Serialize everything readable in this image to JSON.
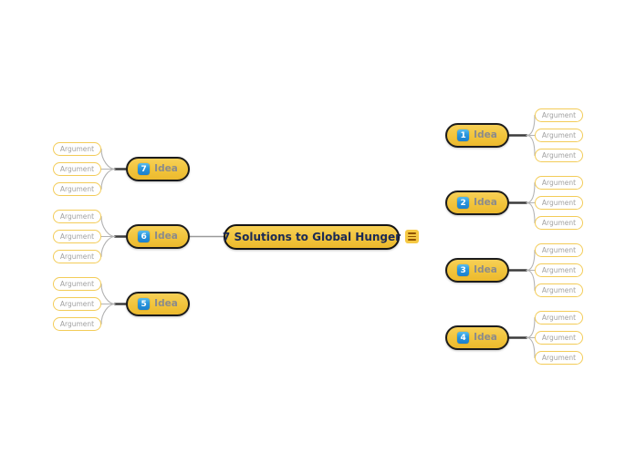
{
  "canvas": {
    "background": "#ffffff"
  },
  "root": {
    "label": "7 Solutions to Global Hunger",
    "menu_icon": "hamburger-icon"
  },
  "colors": {
    "node_fill_gold": "#f1c43c",
    "node_border_dark": "#1c1c1c",
    "root_text_navy": "#1b2a55",
    "idea_label_gray": "#8b8b8b",
    "idea_badge_blue": "#2a95dc",
    "idea_badge_text": "#ffffff",
    "argument_border_gold": "#f3cc58",
    "argument_text_gray": "#a2a2a2",
    "trunk_line_dark": "#151515",
    "branch_line_gray": "#9a9a9a",
    "argument_line_gray": "#b3b3b3",
    "menu_icon_bg": "#f6c944",
    "menu_icon_glyph": "#8f5300"
  },
  "branches": [
    {
      "number": "1",
      "label": "Idea",
      "side": "right",
      "row": 0,
      "arguments": [
        "Argument",
        "Argument",
        "Argument"
      ]
    },
    {
      "number": "2",
      "label": "Idea",
      "side": "right",
      "row": 1,
      "arguments": [
        "Argument",
        "Argument",
        "Argument"
      ]
    },
    {
      "number": "3",
      "label": "Idea",
      "side": "right",
      "row": 2,
      "arguments": [
        "Argument",
        "Argument",
        "Argument"
      ]
    },
    {
      "number": "4",
      "label": "Idea",
      "side": "right",
      "row": 3,
      "arguments": [
        "Argument",
        "Argument",
        "Argument"
      ]
    },
    {
      "number": "7",
      "label": "Idea",
      "side": "left",
      "row": 0,
      "arguments": [
        "Argument",
        "Argument",
        "Argument"
      ]
    },
    {
      "number": "6",
      "label": "Idea",
      "side": "left",
      "row": 1,
      "arguments": [
        "Argument",
        "Argument",
        "Argument"
      ]
    },
    {
      "number": "5",
      "label": "Idea",
      "side": "left",
      "row": 2,
      "arguments": [
        "Argument",
        "Argument",
        "Argument"
      ]
    }
  ]
}
